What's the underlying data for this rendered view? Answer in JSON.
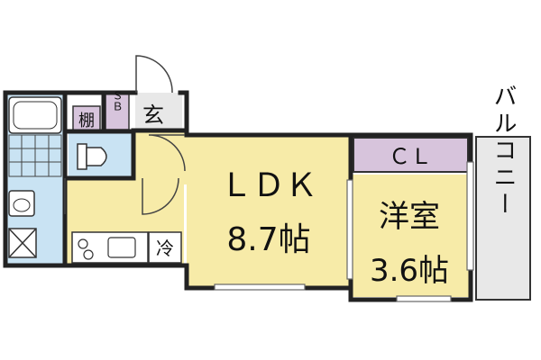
{
  "floor_plan": {
    "rooms": {
      "ldk": {
        "name": "ＬＤＫ",
        "size": "8.7帖"
      },
      "western": {
        "name": "洋室",
        "size": "3.6帖"
      },
      "closet": {
        "name": "ＣＬ"
      },
      "balcony": {
        "name": "バルコニー"
      },
      "entrance": {
        "name": "玄"
      },
      "shelf": {
        "name": "棚"
      },
      "shoe_box": {
        "name": "ＳＢ"
      },
      "refrigerator": {
        "name": "冷"
      }
    },
    "colors": {
      "ldk": "#f7eba8",
      "western": "#f7eba8",
      "bath_area": "#c9e3f3",
      "closet": "#d7c4dc",
      "balcony": "#e8e8e8",
      "entrance": "#e8e8e8",
      "kitchen": "#f7eba8",
      "wall": "#222222"
    }
  }
}
